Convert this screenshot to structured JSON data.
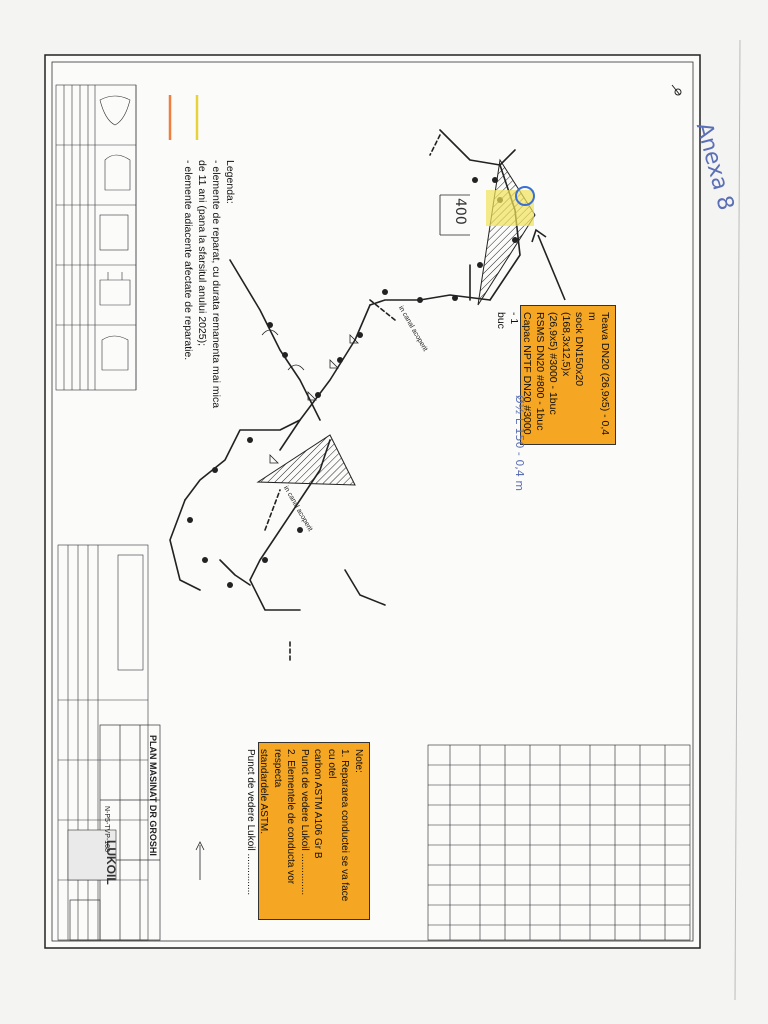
{
  "legend": {
    "title": "Legenda:",
    "items": [
      "- elemente de reparat, cu durata remanenta mai mica",
      "de 11 ani (pana la sfarsitul anului 2025);",
      "- elemente adiacente afectate de reparatie."
    ],
    "colors": [
      "#e6d23a",
      "#f07e3e"
    ]
  },
  "repair_box": {
    "lines": [
      "Teava DN20 (26,9x5) - 0,4 m",
      "sock DN150x20 (168,3x12,5)x",
      "(26,9x5) #3000 - 1buc",
      "RSMS DN20 #800 - 1buc",
      "Capac NPTF DN20 #3000 - 1",
      "buc"
    ],
    "handwritten": "Ø½ L 150 - 0,4 m",
    "color": "#f5a623"
  },
  "note_box": {
    "lines": [
      "Note:",
      "1. Repararea conductei se va face cu otel",
      "carbon ASTM A106 Gr B",
      "Punct de vedere Lukoil ...............",
      "2. Elementele de conducta vor respecta",
      "standardele ASTM.",
      "Punct de vedere Lukoil ..............."
    ],
    "color": "#f5a623"
  },
  "annex_label": "Anexa 8",
  "dimension_label": "400",
  "title_block": {
    "title": "PLAN MASINAT DR GROSHI",
    "company": "LUKOIL",
    "drawing_no": "N-P5-TVP-108"
  },
  "pipe_labels": [
    "in canal acoperit",
    "in canal acoperit"
  ]
}
